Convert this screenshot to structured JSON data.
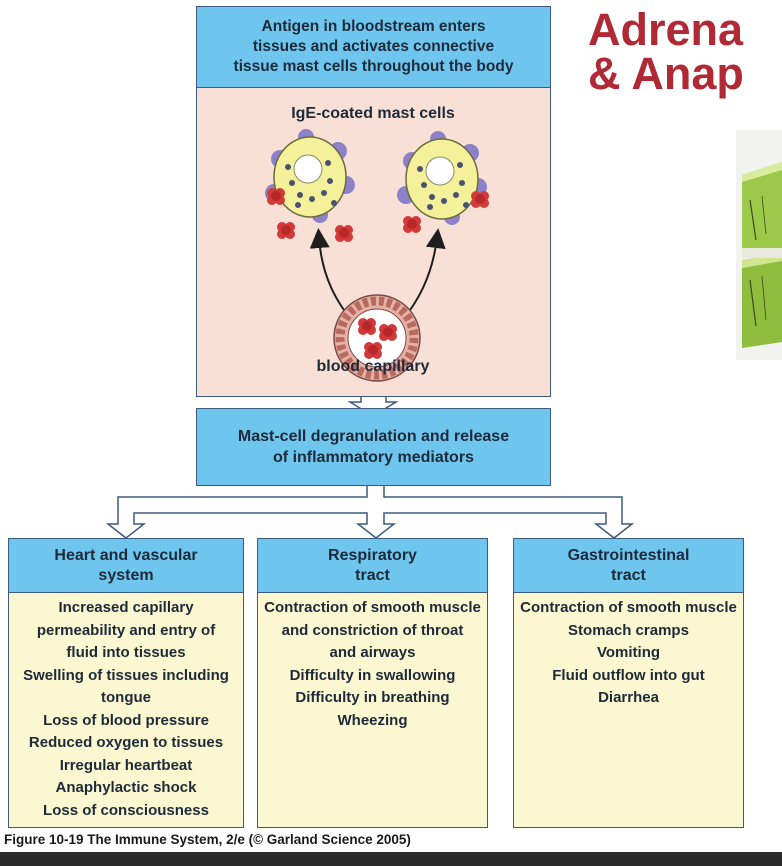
{
  "slide_title_lines": [
    "Adrena",
    "& Anap"
  ],
  "top_box": {
    "lines": [
      "Antigen in bloodstream enters",
      "tissues and activates connective",
      "tissue mast cells throughout the body"
    ]
  },
  "illustration": {
    "mast_cells_label": "IgE-coated mast cells",
    "capillary_label": "blood capillary"
  },
  "middle_box": {
    "lines": [
      "Mast-cell degranulation and release",
      "of inflammatory mediators"
    ]
  },
  "columns": [
    {
      "header": [
        "Heart and vascular",
        "system"
      ],
      "items": [
        "Increased capillary",
        "permeability and entry of",
        "fluid into tissues",
        "Swelling of tissues including",
        "tongue",
        "Loss of blood pressure",
        "Reduced oxygen to tissues",
        "Irregular heartbeat",
        "Anaphylactic shock",
        "Loss of consciousness"
      ]
    },
    {
      "header": [
        "Respiratory",
        "tract"
      ],
      "items": [
        "Contraction of smooth muscle",
        "and constriction of throat",
        "and airways",
        "Difficulty in swallowing",
        "Difficulty in breathing",
        "Wheezing"
      ]
    },
    {
      "header": [
        "Gastrointestinal",
        "tract"
      ],
      "items": [
        "Contraction of smooth muscle",
        "Stomach cramps",
        "Vomiting",
        "Fluid outflow into gut",
        "Diarrhea"
      ]
    }
  ],
  "caption": "Figure 10-19 The Immune System, 2/e (© Garland Science 2005)",
  "colors": {
    "header_blue": "#6ec6ee",
    "body_yellow": "#fbf7d0",
    "illustration_pink": "#f8e0d6",
    "title_red": "#b02a36",
    "border": "#3d5a80"
  }
}
